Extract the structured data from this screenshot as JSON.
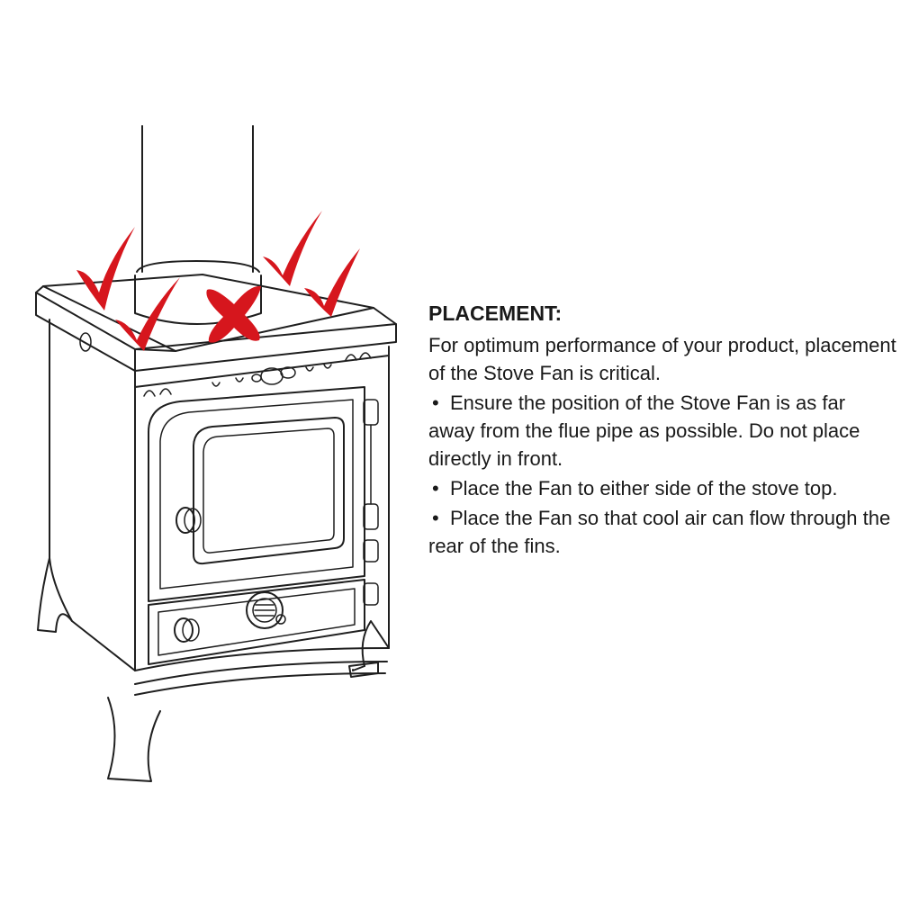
{
  "placement": {
    "heading": "PLACEMENT:",
    "intro": "For optimum performance of your product, placement of the Stove Fan is critical.",
    "bullets": [
      "Ensure the position of the Stove Fan is as far away from the flue pipe as possible. Do not place directly in front.",
      "Place the Fan to either side of the stove top.",
      "Place the Fan so that cool air can flow through the rear of the fins."
    ],
    "bullet_glyph": "•"
  },
  "markers": {
    "correct_icon": "check-mark-icon",
    "wrong_icon": "cross-mark-icon",
    "marker_color": "#d6161d"
  }
}
